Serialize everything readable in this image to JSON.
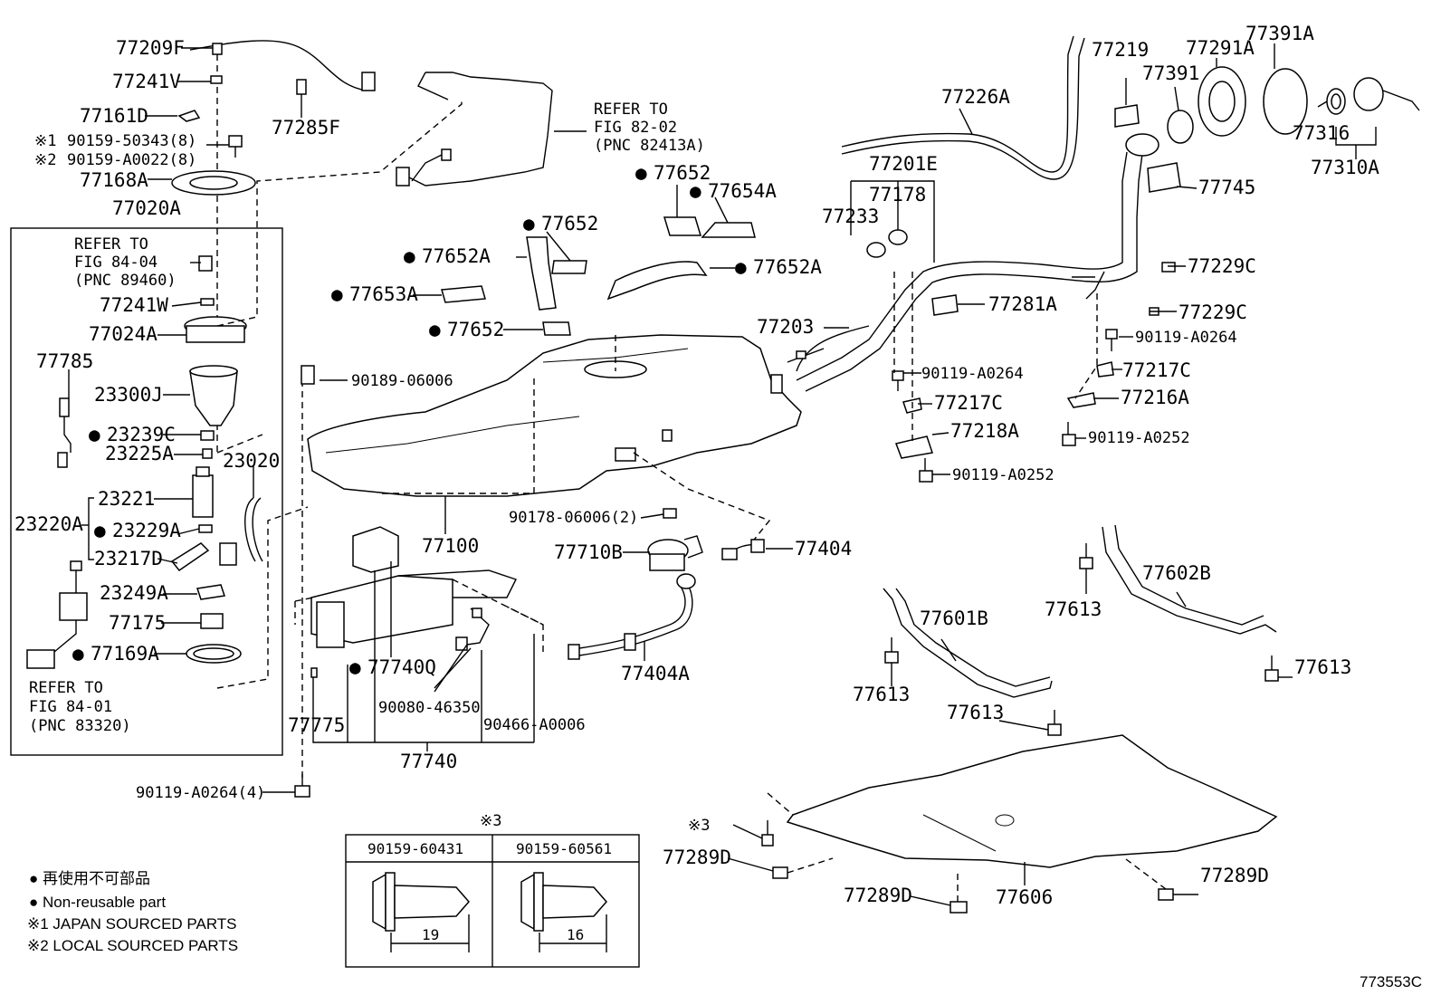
{
  "diagram": {
    "figure_code": "773553C",
    "group_labels": {
      "pump_assembly": "77020A",
      "canister_assembly": "77740",
      "pump_sub": "23220A"
    },
    "part_labels": {
      "p77209F": "77209F",
      "p77241V": "77241V",
      "p77161D": "77161D",
      "p90159_50343": "90159-50343(8)",
      "p90159_A0022": "90159-A0022(8)",
      "p77168A": "77168A",
      "p77285F": "77285F",
      "p77241W": "77241W",
      "p77024A": "77024A",
      "p77785": "77785",
      "p23300J": "23300J",
      "p23239C": "23239C",
      "p23225A": "23225A",
      "p23020": "23020",
      "p23221": "23221",
      "p23229A": "23229A",
      "p23217D": "23217D",
      "p23249A": "23249A",
      "p77175": "77175",
      "p77169A": "77169A",
      "p90119_A0264_4": "90119-A0264(4)",
      "p77652_a": "77652",
      "p77652_b": "77652",
      "p77652_c": "77652",
      "p77654A": "77654A",
      "p77652A_a": "77652A",
      "p77652A_b": "77652A",
      "p77653A": "77653A",
      "p90189_06006": "90189-06006",
      "p77100": "77100",
      "p90178_06006": "90178-06006(2)",
      "p77710B": "77710B",
      "p77404": "77404",
      "p77404A": "77404A",
      "p77740Q": "77740Q",
      "p77775": "77775",
      "p90080_46350": "90080-46350",
      "p90466_A0006": "90466-A0006",
      "p77226A": "77226A",
      "p77219": "77219",
      "p77391": "77391",
      "p77291A": "77291A",
      "p77391A": "77391A",
      "p77316": "77316",
      "p77310A": "77310A",
      "p77745": "77745",
      "p77201E": "77201E",
      "p77178": "77178",
      "p77233": "77233",
      "p77203": "77203",
      "p77281A": "77281A",
      "p77229C_a": "77229C",
      "p77229C_b": "77229C",
      "p90119_A0264_a": "90119-A0264",
      "p90119_A0264_b": "90119-A0264",
      "p77217C_a": "77217C",
      "p77217C_b": "77217C",
      "p77216A": "77216A",
      "p77218A": "77218A",
      "p90119_A0252_a": "90119-A0252",
      "p90119_A0252_b": "90119-A0252",
      "p77602B": "77602B",
      "p77613_a": "77613",
      "p77613_b": "77613",
      "p77613_c": "77613",
      "p77613_d": "77613",
      "p77601B": "77601B",
      "p77606": "77606",
      "p77289D_a": "77289D",
      "p77289D_b": "77289D",
      "p77289D_c": "77289D"
    },
    "markers": {
      "note1": "※1",
      "note2": "※2",
      "note3": "※3",
      "non_reusable": "●"
    },
    "refer_notes": {
      "fig82_l1": "REFER TO",
      "fig82_l2": "FIG 82-02",
      "fig82_l3": "(PNC 82413A)",
      "fig84_04_l1": "REFER TO",
      "fig84_04_l2": "FIG 84-04",
      "fig84_04_l3": "(PNC 89460)",
      "fig84_01_l1": "REFER TO",
      "fig84_01_l2": "FIG 84-01",
      "fig84_01_l3": "(PNC 83320)"
    },
    "bolt_table": {
      "header": "※3",
      "columns": [
        {
          "part_no": "90159-60431",
          "length": "19"
        },
        {
          "part_no": "90159-60561",
          "length": "16"
        }
      ]
    },
    "legend": {
      "line1": "● 再使用不可部品",
      "line2": "● Non-reusable part",
      "line3": "※1 JAPAN SOURCED PARTS",
      "line4": "※2 LOCAL SOURCED PARTS"
    }
  }
}
